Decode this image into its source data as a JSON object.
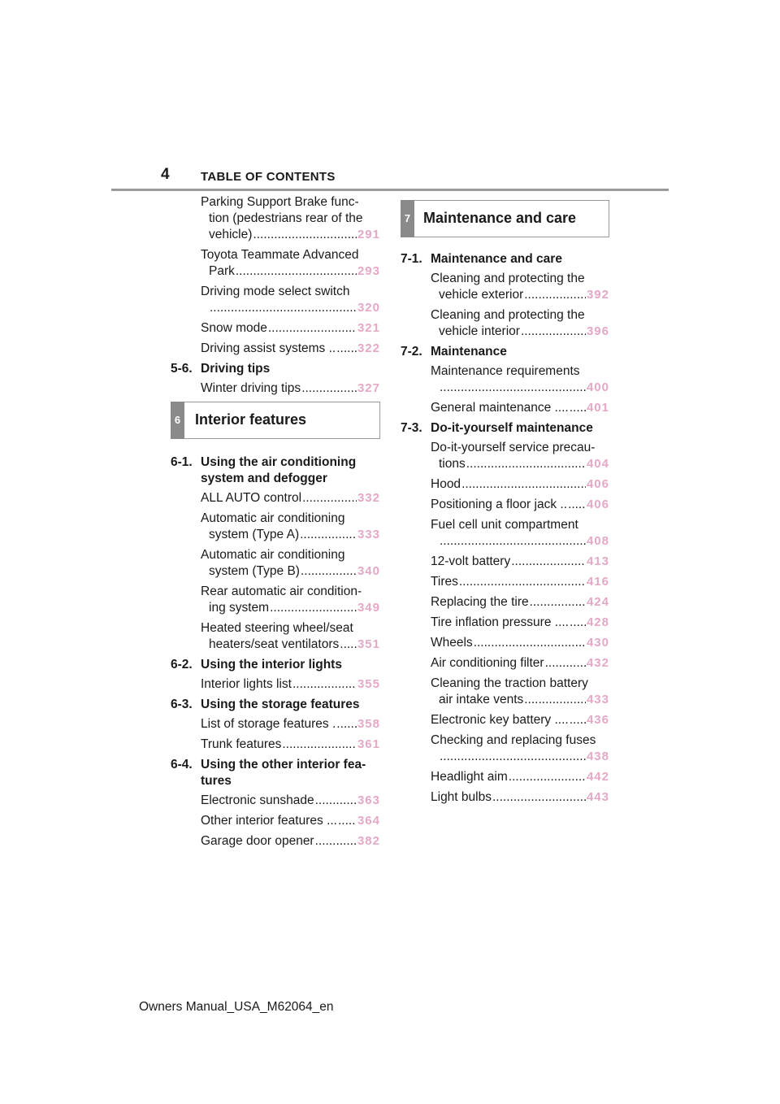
{
  "header": {
    "page_number": "4",
    "title": "TABLE OF CONTENTS"
  },
  "left": {
    "entries_top": [
      {
        "lines": [
          "Parking Support Brake func-",
          "tion (pedestrians rear of the"
        ],
        "last": "vehicle)",
        "page": "291"
      },
      {
        "lines": [
          "Toyota Teammate Advanced"
        ],
        "last": "Park",
        "page": "293"
      },
      {
        "lines": [
          "Driving mode select switch"
        ],
        "last": "",
        "page": "320"
      },
      {
        "lines": [],
        "last": "Snow mode",
        "page": "321"
      },
      {
        "lines": [],
        "last": "Driving assist systems ..",
        "page": "322"
      }
    ],
    "sub_56": {
      "num": "5-6.",
      "title": "Driving tips"
    },
    "entries_56": [
      {
        "lines": [],
        "last": "Winter driving tips",
        "page": "327"
      }
    ],
    "section6": {
      "tab": "6",
      "title": "Interior features"
    },
    "sub_61": {
      "num": "6-1.",
      "title_line1": "Using the air conditioning",
      "title_line2": "system and defogger"
    },
    "entries_61": [
      {
        "lines": [],
        "last": "ALL AUTO control",
        "page": "332"
      },
      {
        "lines": [
          "Automatic air conditioning"
        ],
        "last": "system (Type A)",
        "page": "333"
      },
      {
        "lines": [
          "Automatic air conditioning"
        ],
        "last": "system (Type B)",
        "page": "340"
      },
      {
        "lines": [
          "Rear automatic air condition-"
        ],
        "last": "ing system",
        "page": "349"
      },
      {
        "lines": [
          "Heated steering wheel/seat"
        ],
        "last": "heaters/seat ventilators",
        "page": "351"
      }
    ],
    "sub_62": {
      "num": "6-2.",
      "title": "Using the interior lights"
    },
    "entries_62": [
      {
        "lines": [],
        "last": "Interior lights list",
        "page": "355"
      }
    ],
    "sub_63": {
      "num": "6-3.",
      "title": "Using the storage features"
    },
    "entries_63": [
      {
        "lines": [],
        "last": "List of storage features .",
        "page": "358"
      },
      {
        "lines": [],
        "last": "Trunk features",
        "page": "361"
      }
    ],
    "sub_64": {
      "num": "6-4.",
      "title_line1": "Using the other interior fea-",
      "title_line2": "tures"
    },
    "entries_64": [
      {
        "lines": [],
        "last": "Electronic sunshade",
        "page": "363"
      },
      {
        "lines": [],
        "last": "Other interior features ...",
        "page": "364"
      },
      {
        "lines": [],
        "last": "Garage door opener",
        "page": "382"
      }
    ]
  },
  "right": {
    "section7": {
      "tab": "7",
      "title": "Maintenance and care"
    },
    "sub_71": {
      "num": "7-1.",
      "title": "Maintenance and care"
    },
    "entries_71": [
      {
        "lines": [
          "Cleaning and protecting the"
        ],
        "last": "vehicle exterior",
        "page": "392"
      },
      {
        "lines": [
          "Cleaning and protecting the"
        ],
        "last": "vehicle interior",
        "page": "396"
      }
    ],
    "sub_72": {
      "num": "7-2.",
      "title": "Maintenance"
    },
    "entries_72": [
      {
        "lines": [
          "Maintenance requirements"
        ],
        "last": "",
        "page": "400"
      },
      {
        "lines": [],
        "last": "General maintenance ....",
        "page": "401"
      }
    ],
    "sub_73": {
      "num": "7-3.",
      "title": "Do-it-yourself maintenance"
    },
    "entries_73": [
      {
        "lines": [
          "Do-it-yourself service precau-"
        ],
        "last": "tions",
        "page": "404"
      },
      {
        "lines": [],
        "last": "Hood",
        "page": "406"
      },
      {
        "lines": [],
        "last": "Positioning a floor jack ..",
        "page": "406"
      },
      {
        "lines": [
          "Fuel cell unit compartment"
        ],
        "last": "",
        "page": "408"
      },
      {
        "lines": [],
        "last": "12-volt battery",
        "page": "413"
      },
      {
        "lines": [],
        "last": "Tires",
        "page": "416"
      },
      {
        "lines": [],
        "last": "Replacing the tire",
        "page": "424"
      },
      {
        "lines": [],
        "last": "Tire inflation pressure ....",
        "page": "428"
      },
      {
        "lines": [],
        "last": "Wheels",
        "page": "430"
      },
      {
        "lines": [],
        "last": "Air conditioning filter",
        "page": "432"
      },
      {
        "lines": [
          "Cleaning the traction battery"
        ],
        "last": "air intake vents",
        "page": "433"
      },
      {
        "lines": [],
        "last": "Electronic key battery ....",
        "page": "436"
      },
      {
        "lines": [
          "Checking and replacing fuses"
        ],
        "last": "",
        "page": "438"
      },
      {
        "lines": [],
        "last": "Headlight aim",
        "page": "442"
      },
      {
        "lines": [],
        "last": "Light bulbs",
        "page": "443"
      }
    ]
  },
  "footer": {
    "text": "Owners Manual_USA_M62064_en"
  },
  "colors": {
    "page_link": "#e5a8c6",
    "section_tab": "#8a8a8a",
    "rule": "#9a9a9a"
  }
}
